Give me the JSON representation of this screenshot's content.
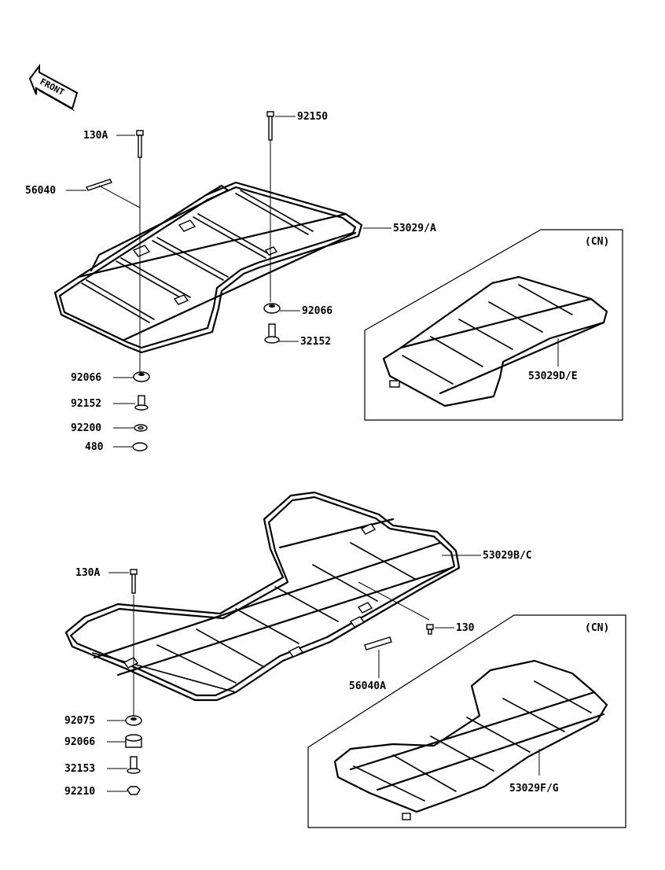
{
  "front_arrow": {
    "label": "FRONT"
  },
  "upper_assembly": {
    "callouts": {
      "bolt_top_left": "130A",
      "bolt_top_right": "92150",
      "label_plate": "56040",
      "rack": "53029/A",
      "damper_right": "92066",
      "collar_right": "32152",
      "damper_left": "92066",
      "collar_left": "92152",
      "washer": "92200",
      "clip": "480"
    },
    "cn_box": {
      "tag": "(CN)",
      "rack": "53029D/E"
    }
  },
  "lower_assembly": {
    "callouts": {
      "rack": "53029B/C",
      "bolt_left": "130A",
      "bolt_right": "130",
      "label_plate": "56040A",
      "washer_a": "92075",
      "damper": "92066",
      "collar": "32153",
      "nut": "92210"
    },
    "cn_box": {
      "tag": "(CN)",
      "rack": "53029F/G"
    }
  }
}
